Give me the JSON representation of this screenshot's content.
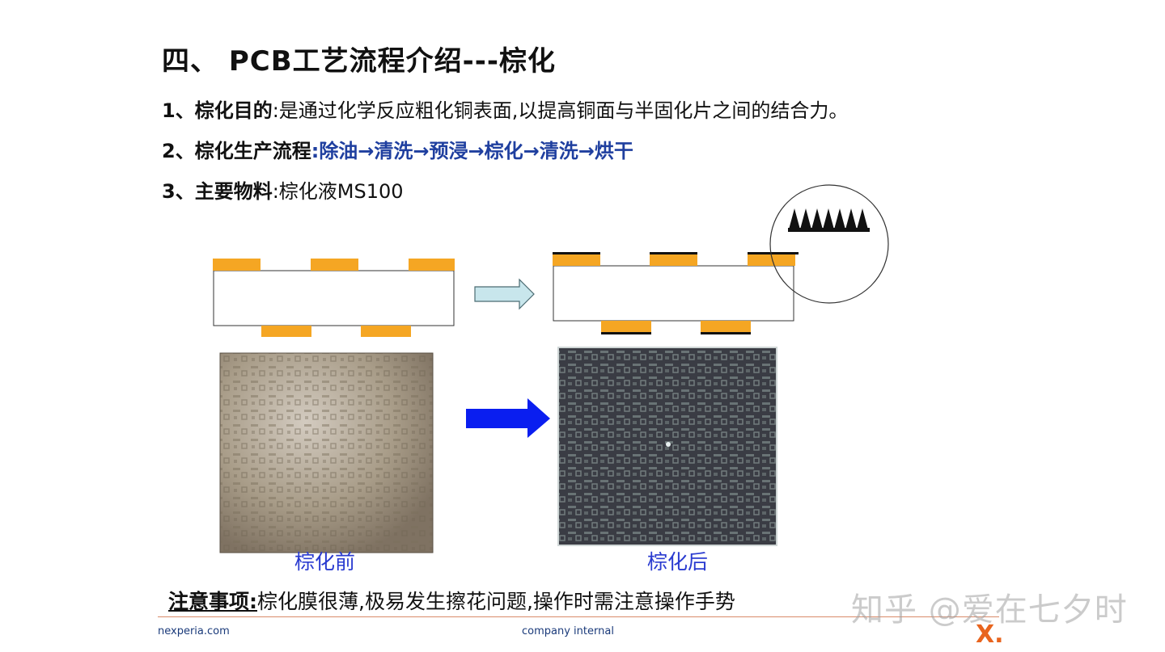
{
  "title": "四、 PCB工艺流程介绍---棕化",
  "items": [
    {
      "label": "1、棕化目的",
      "sep": ":",
      "text": "是通过化学反应粗化铜表面,以提高铜面与半固化片之间的结合力。"
    },
    {
      "label": "2、棕化生产流程",
      "sep": ":",
      "text": "除油→清洗→预浸→棕化→清洗→烘干"
    },
    {
      "label": "3、主要物料",
      "sep": ":",
      "text": "棕化液MS100"
    }
  ],
  "captions": {
    "before": "棕化前",
    "after": "棕化后"
  },
  "note": {
    "label": "注意事项:",
    "text": "棕化膜很薄,极易发生擦花问题,操作时需注意操作手势"
  },
  "footer": {
    "left": "nexperia.com",
    "middle": "company internal",
    "logo": "X."
  },
  "watermark": "知乎 @爱在七夕时",
  "colors": {
    "copper": "#f5a623",
    "flow_blue": "#1f3f9f",
    "arrow_blue": "#0a1ef0",
    "arrow_light": "#c8e6ec",
    "caption": "#2a3bd0",
    "brand_orange": "#e8641e"
  }
}
